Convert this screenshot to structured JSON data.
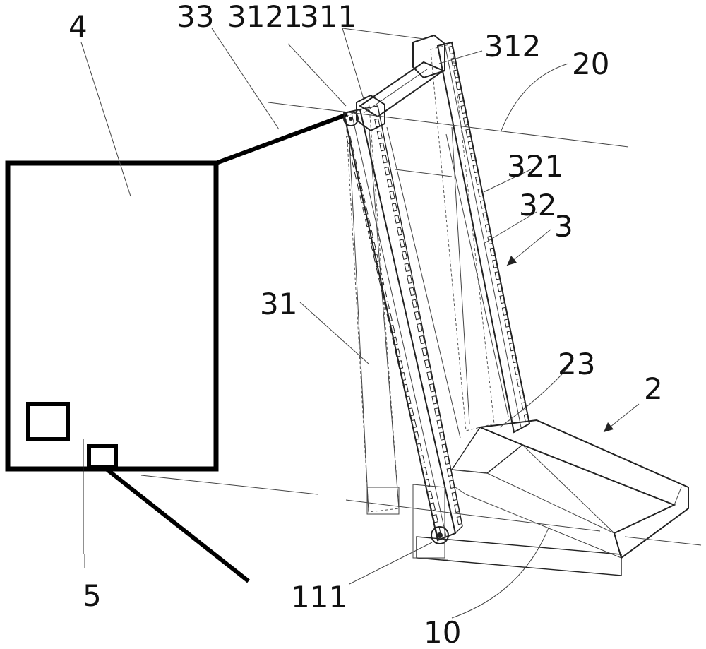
{
  "labels": {
    "l4": "4",
    "l33": "33",
    "l3121": "3121",
    "l311": "311",
    "l312": "312",
    "l20": "20",
    "l321": "321",
    "l32": "32",
    "l3": "3",
    "l31": "31",
    "l23": "23",
    "l2": "2",
    "l5": "5",
    "l111": "111",
    "l10": "10"
  }
}
